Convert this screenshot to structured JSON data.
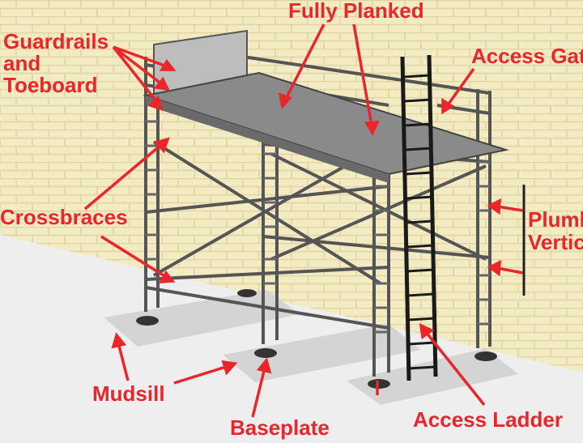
{
  "colors": {
    "label_color": "#e8262b",
    "brick_mortar": "#e6d9a9",
    "brick": "#f3ebc4",
    "ground": "#efefef",
    "metal": "#555555",
    "plank": "#8a8a8a",
    "ladder": "#1a1a1a",
    "shadow": "#cfcfcf",
    "arrow": "#e8262b"
  },
  "labels": {
    "guardrails_line1": "Guardrails",
    "guardrails_line2": "and",
    "guardrails_line3": "Toeboard",
    "fully_planked": "Fully Planked",
    "access_gate": "Access Gate",
    "crossbraces": "Crossbraces",
    "plumb_line1": "Plumb",
    "plumb_line2": "Vertical",
    "mudsill": "Mudsill",
    "baseplate": "Baseplate",
    "access_ladder": "Access Ladder"
  }
}
